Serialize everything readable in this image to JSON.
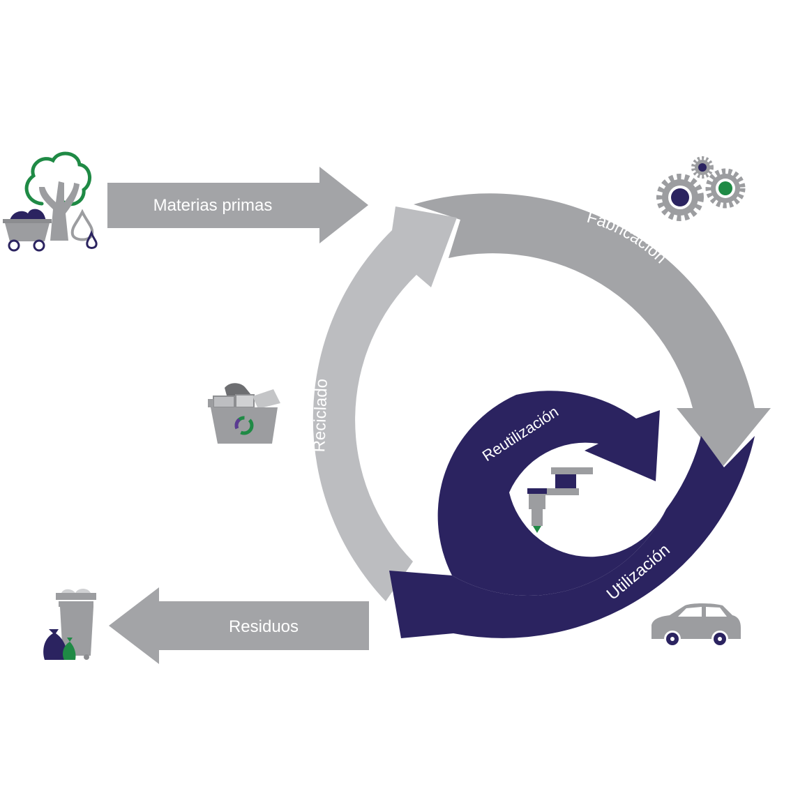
{
  "labels": {
    "raw_materials": "Materias primas",
    "manufacturing": "Fabricación",
    "recycling": "Reciclado",
    "reuse": "Reutilización",
    "use": "Utilización",
    "waste": "Residuos"
  },
  "colors": {
    "gray_dark": "#a3a4a7",
    "gray_light": "#bcbdc0",
    "navy": "#2b2360",
    "green": "#1f8a45",
    "purple": "#5b3a92",
    "icon_gray": "#9c9da0"
  },
  "icons": [
    "tree-icon",
    "mine-cart-icon",
    "water-drop-icon",
    "gears-icon",
    "recycling-bin-icon",
    "robot-arm-icon",
    "car-icon",
    "trash-can-icon",
    "garbage-bags-icon"
  ]
}
